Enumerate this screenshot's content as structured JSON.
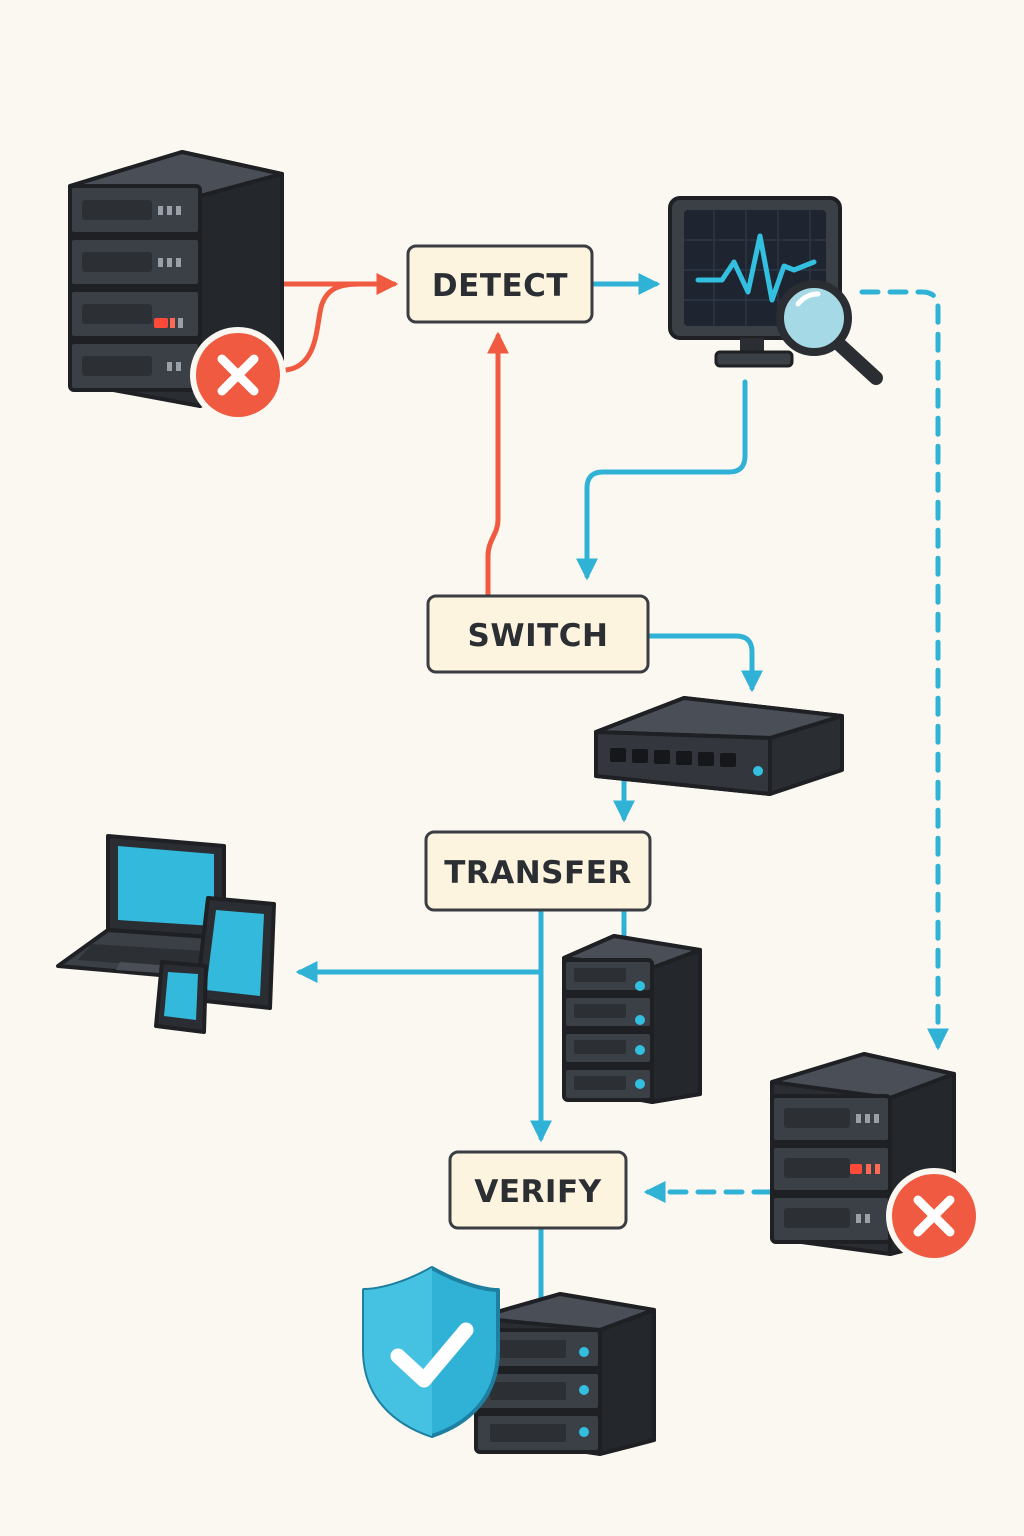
{
  "steps": {
    "detect": "DETECT",
    "switch": "SWITCH",
    "transfer": "TRANSFER",
    "verify": "VERIFY"
  },
  "colors": {
    "background": "#fbf8f1",
    "failure_flow": "#f05a40",
    "normal_flow": "#2fb2d6",
    "device_dark": "#33373d",
    "label_box": "#fcf4df"
  },
  "icons": [
    "failed-server-icon",
    "monitor-heartbeat-icon",
    "magnifier-icon",
    "network-switch-icon",
    "devices-icon",
    "server-stack-icon",
    "failed-backup-server-icon",
    "shield-check-icon",
    "verified-server-icon"
  ]
}
